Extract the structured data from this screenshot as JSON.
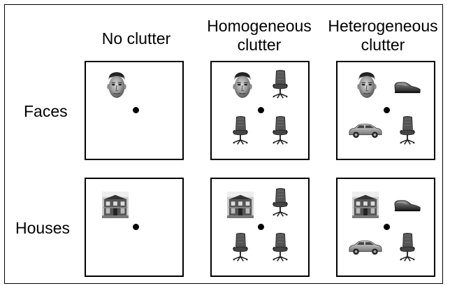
{
  "columns": [
    {
      "label": "No clutter"
    },
    {
      "label": "Homogeneous\nclutter"
    },
    {
      "label": "Heterogeneous\nclutter"
    }
  ],
  "rows": [
    {
      "label": "Faces",
      "target": "face-photo"
    },
    {
      "label": "Houses",
      "target": "house-photo"
    }
  ],
  "conditions": {
    "no_clutter": [
      "target"
    ],
    "homogeneous_clutter": [
      "target",
      "chair",
      "chair",
      "chair"
    ],
    "heterogeneous_clutter": [
      "target",
      "shoe",
      "car",
      "chair"
    ]
  },
  "colors": {
    "ink": "#000000",
    "stimulus_gray": "#555555",
    "background": "#ffffff"
  }
}
